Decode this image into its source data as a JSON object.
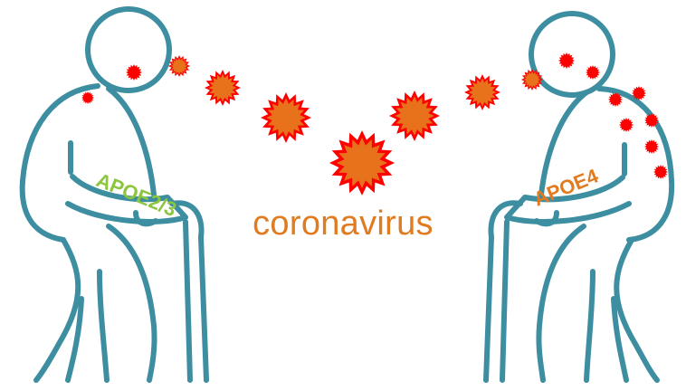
{
  "caption": "coronavirus",
  "left_person": {
    "label": "APOE2/3",
    "label_color": "#8cc63f"
  },
  "right_person": {
    "label": "APOE4",
    "label_color": "#e07b1f"
  },
  "colors": {
    "outline": "#3d8ea0",
    "virus_inner": "#e8721c",
    "virus_outer": "#ff0000",
    "text": "#e07b1f"
  },
  "icons": [
    "person-with-cane-icon",
    "virus-icon"
  ]
}
